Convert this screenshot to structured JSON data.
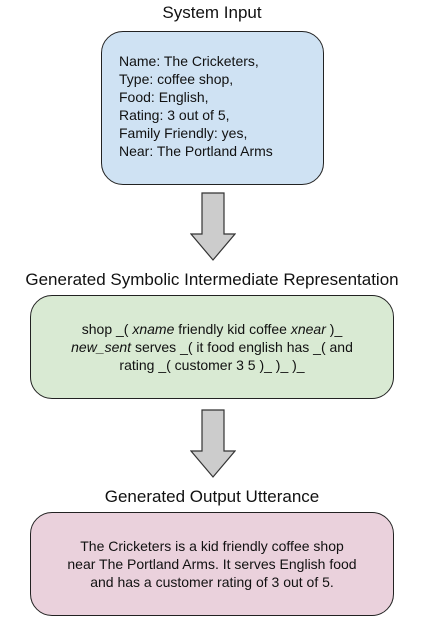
{
  "nodes": {
    "input": {
      "heading": "System Input",
      "lines": [
        "Name: The Cricketers,",
        "Type: coffee shop,",
        "Food: English,",
        "Rating: 3 out of 5,",
        "Family Friendly: yes,",
        "Near: The Portland Arms"
      ]
    },
    "representation": {
      "heading": "Generated Symbolic Intermediate Representation",
      "line1": {
        "a": "shop _( ",
        "b": "xname",
        "c": " friendly kid coffee ",
        "d": "xnear",
        "e": " )_"
      },
      "line2": {
        "a": "new_sent",
        "b": " serves _( it food english has _( and"
      },
      "line3": "rating _( customer 3 5 )_ )_ )_"
    },
    "output": {
      "heading": "Generated Output Utterance",
      "lines": [
        "The Cricketers is a kid friendly coffee shop",
        "near The Portland Arms. It serves English food",
        "and has a customer rating of 3 out of 5."
      ]
    }
  },
  "colors": {
    "input_fill": "#cfe2f3",
    "representation_fill": "#d9ead3",
    "output_fill": "#ead1dc",
    "arrow_fill": "#cccccc"
  }
}
